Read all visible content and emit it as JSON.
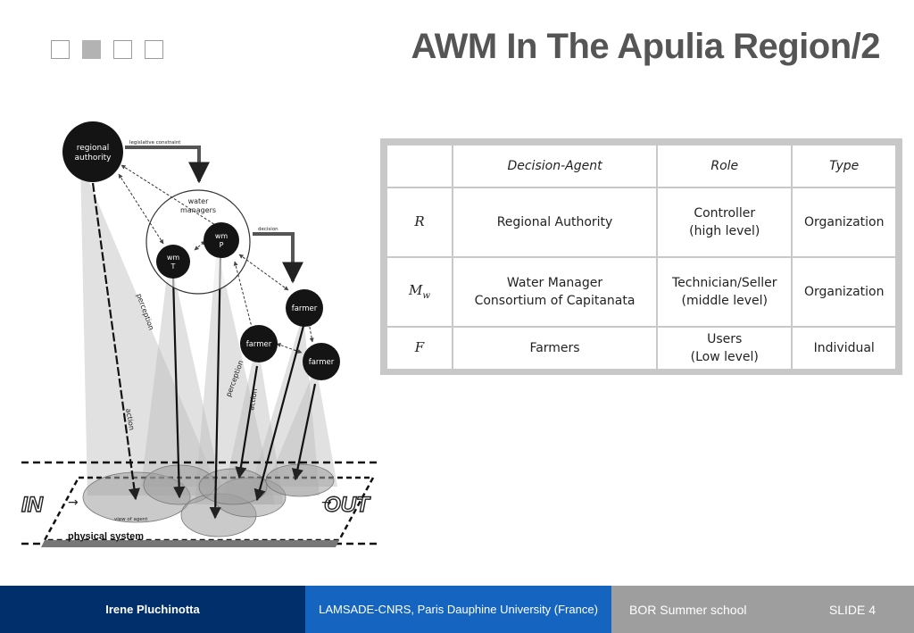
{
  "header": {
    "title": "AWM In The Apulia Region/2"
  },
  "diagram": {
    "nodes": {
      "regional_authority": "regional authority",
      "water_managers": "water managers",
      "wm_t": "wm T",
      "wm_p": "wm P",
      "farmer1": "farmer",
      "farmer2": "farmer",
      "farmer3": "farmer"
    },
    "labels": {
      "legislative_constraint": "legislative constraint",
      "decision": "decision",
      "perception1": "perception",
      "perception2": "perception",
      "action1": "action",
      "action2": "action",
      "in": "IN",
      "out": "OUT",
      "view_of_agent": "view of agent",
      "physical_system": "physical system"
    }
  },
  "table": {
    "headers": [
      "",
      "Decision-Agent",
      "Role",
      "Type"
    ],
    "rows": [
      {
        "symbol": "R",
        "agent_lines": [
          "Regional Authority"
        ],
        "role_lines": [
          "Controller",
          "(high level)"
        ],
        "type": "Organization"
      },
      {
        "symbol": "Mw",
        "agent_lines": [
          "Water Manager",
          "Consortium of Capitanata"
        ],
        "role_lines": [
          "Technician/Seller",
          "(middle level)"
        ],
        "type": "Organization"
      },
      {
        "symbol": "F",
        "agent_lines": [
          "Farmers"
        ],
        "role_lines": [
          "Users",
          "(Low level)"
        ],
        "type": "Individual"
      }
    ]
  },
  "footer": {
    "author": "Irene  Pluchinotta",
    "affiliation": "LAMSADE-CNRS, Paris Dauphine University (France)",
    "event": "BOR Summer school",
    "slide": "SLIDE 4"
  },
  "colors": {
    "footer_dark_blue": "#002f6c",
    "footer_blue": "#1565c0",
    "footer_gray": "#9e9e9e",
    "title_gray": "#555555"
  }
}
